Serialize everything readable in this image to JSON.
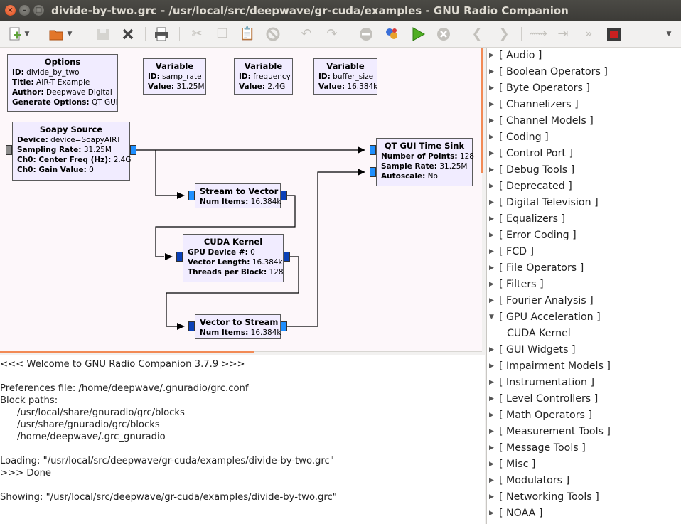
{
  "window": {
    "title": "divide-by-two.grc - /usr/local/src/deepwave/gr-cuda/examples - GNU Radio Companion",
    "close_glyph": "×",
    "minimize_glyph": "–",
    "maximize_glyph": "□"
  },
  "toolbar": {
    "icons": [
      "new-icon",
      "dropdown-icon",
      "open-icon",
      "dropdown-icon",
      "save-icon",
      "close-icon",
      "print-icon",
      "cut-icon",
      "copy-icon",
      "paste-icon",
      "delete-icon",
      "undo-icon",
      "redo-icon",
      "disable-icon",
      "generate-icon",
      "execute-icon",
      "kill-icon",
      "rotate-ccw-icon",
      "rotate-cw-icon",
      "enable-icon",
      "bypass-icon",
      "find-icon",
      "stop-record-icon",
      "overflow-icon"
    ],
    "colors": {
      "new": "#5fa33a",
      "open": "#e2762a",
      "execute": "#4fae22",
      "record": "#c82020"
    }
  },
  "blocks": {
    "options": {
      "title": "Options",
      "rows": [
        {
          "k": "ID:",
          "v": "divide_by_two"
        },
        {
          "k": "Title:",
          "v": "AIR-T Example"
        },
        {
          "k": "Author:",
          "v": "Deepwave Digital"
        },
        {
          "k": "Generate Options:",
          "v": "QT GUI"
        }
      ]
    },
    "var_samp_rate": {
      "title": "Variable",
      "rows": [
        {
          "k": "ID:",
          "v": "samp_rate"
        },
        {
          "k": "Value:",
          "v": "31.25M"
        }
      ]
    },
    "var_frequency": {
      "title": "Variable",
      "rows": [
        {
          "k": "ID:",
          "v": "frequency"
        },
        {
          "k": "Value:",
          "v": "2.4G"
        }
      ]
    },
    "var_buffer_size": {
      "title": "Variable",
      "rows": [
        {
          "k": "ID:",
          "v": "buffer_size"
        },
        {
          "k": "Value:",
          "v": "16.384k"
        }
      ]
    },
    "soapy_source": {
      "title": "Soapy Source",
      "rows": [
        {
          "k": "Device:",
          "v": "device=SoapyAIRT"
        },
        {
          "k": "Sampling Rate:",
          "v": "31.25M"
        },
        {
          "k": "Ch0: Center Freq (Hz):",
          "v": "2.4G"
        },
        {
          "k": "Ch0: Gain Value:",
          "v": "0"
        }
      ]
    },
    "qt_gui_time_sink": {
      "title": "QT GUI Time Sink",
      "rows": [
        {
          "k": "Number of Points:",
          "v": "128"
        },
        {
          "k": "Sample Rate:",
          "v": "31.25M"
        },
        {
          "k": "Autoscale:",
          "v": "No"
        }
      ]
    },
    "stream_to_vector": {
      "title": "Stream to Vector",
      "rows": [
        {
          "k": "Num Items:",
          "v": "16.384k"
        }
      ]
    },
    "cuda_kernel": {
      "title": "CUDA Kernel",
      "rows": [
        {
          "k": "GPU Device #:",
          "v": "0"
        },
        {
          "k": "Vector Length:",
          "v": "16.384k"
        },
        {
          "k": "Threads per Block:",
          "v": "128"
        }
      ]
    },
    "vector_to_stream": {
      "title": "Vector to Stream",
      "rows": [
        {
          "k": "Num Items:",
          "v": "16.384k"
        }
      ]
    }
  },
  "console": {
    "lines": [
      "<<< Welcome to GNU Radio Companion 3.7.9 >>>",
      "",
      "Preferences file: /home/deepwave/.gnuradio/grc.conf",
      "Block paths:",
      "     /usr/local/share/gnuradio/grc/blocks",
      "     /usr/share/gnuradio/grc/blocks",
      "     /home/deepwave/.grc_gnuradio",
      "",
      "Loading: \"/usr/local/src/deepwave/gr-cuda/examples/divide-by-two.grc\"",
      ">>> Done",
      "",
      "Showing: \"/usr/local/src/deepwave/gr-cuda/examples/divide-by-two.grc\""
    ]
  },
  "tree": {
    "collapsed_glyph": "▶",
    "expanded_glyph": "▼",
    "items": [
      {
        "label": "[ Audio ]",
        "expanded": false
      },
      {
        "label": "[ Boolean Operators ]",
        "expanded": false
      },
      {
        "label": "[ Byte Operators ]",
        "expanded": false
      },
      {
        "label": "[ Channelizers ]",
        "expanded": false
      },
      {
        "label": "[ Channel Models ]",
        "expanded": false
      },
      {
        "label": "[ Coding ]",
        "expanded": false
      },
      {
        "label": "[ Control Port ]",
        "expanded": false
      },
      {
        "label": "[ Debug Tools ]",
        "expanded": false
      },
      {
        "label": "[ Deprecated ]",
        "expanded": false
      },
      {
        "label": "[ Digital Television ]",
        "expanded": false
      },
      {
        "label": "[ Equalizers ]",
        "expanded": false
      },
      {
        "label": "[ Error Coding ]",
        "expanded": false
      },
      {
        "label": "[ FCD ]",
        "expanded": false
      },
      {
        "label": "[ File Operators ]",
        "expanded": false
      },
      {
        "label": "[ Filters ]",
        "expanded": false
      },
      {
        "label": "[ Fourier Analysis ]",
        "expanded": false
      },
      {
        "label": "[ GPU Acceleration ]",
        "expanded": true
      },
      {
        "label": "CUDA Kernel",
        "child": true
      },
      {
        "label": "[ GUI Widgets ]",
        "expanded": false
      },
      {
        "label": "[ Impairment Models ]",
        "expanded": false
      },
      {
        "label": "[ Instrumentation ]",
        "expanded": false
      },
      {
        "label": "[ Level Controllers ]",
        "expanded": false
      },
      {
        "label": "[ Math Operators ]",
        "expanded": false
      },
      {
        "label": "[ Measurement Tools ]",
        "expanded": false
      },
      {
        "label": "[ Message Tools ]",
        "expanded": false
      },
      {
        "label": "[ Misc ]",
        "expanded": false
      },
      {
        "label": "[ Modulators ]",
        "expanded": false
      },
      {
        "label": "[ Networking Tools ]",
        "expanded": false
      },
      {
        "label": "[ NOAA ]",
        "expanded": false
      }
    ]
  }
}
